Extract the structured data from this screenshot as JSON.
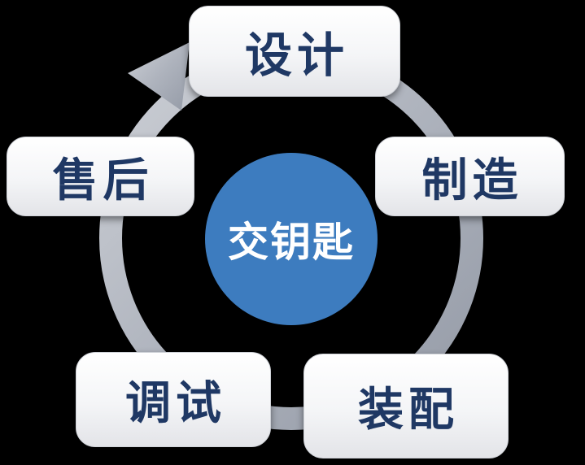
{
  "diagram": {
    "type": "cycle",
    "center": {
      "label": "交钥匙"
    },
    "steps": [
      {
        "id": "design",
        "label": "设计",
        "position": "top"
      },
      {
        "id": "manufacture",
        "label": "制造",
        "position": "right"
      },
      {
        "id": "assembly",
        "label": "装配",
        "position": "bottom-right"
      },
      {
        "id": "debug",
        "label": "调试",
        "position": "bottom-left"
      },
      {
        "id": "after-sales",
        "label": "售后",
        "position": "left"
      }
    ],
    "flow_direction": "clockwise",
    "colors": {
      "background": "#000000",
      "center_fill": "#3D7CBF",
      "center_text": "#FFFFFF",
      "node_fill": "#F2F3F5",
      "node_text": "#1F3864",
      "ring_light": "#C7CAD1",
      "ring_dark": "#9AA0AC"
    }
  }
}
